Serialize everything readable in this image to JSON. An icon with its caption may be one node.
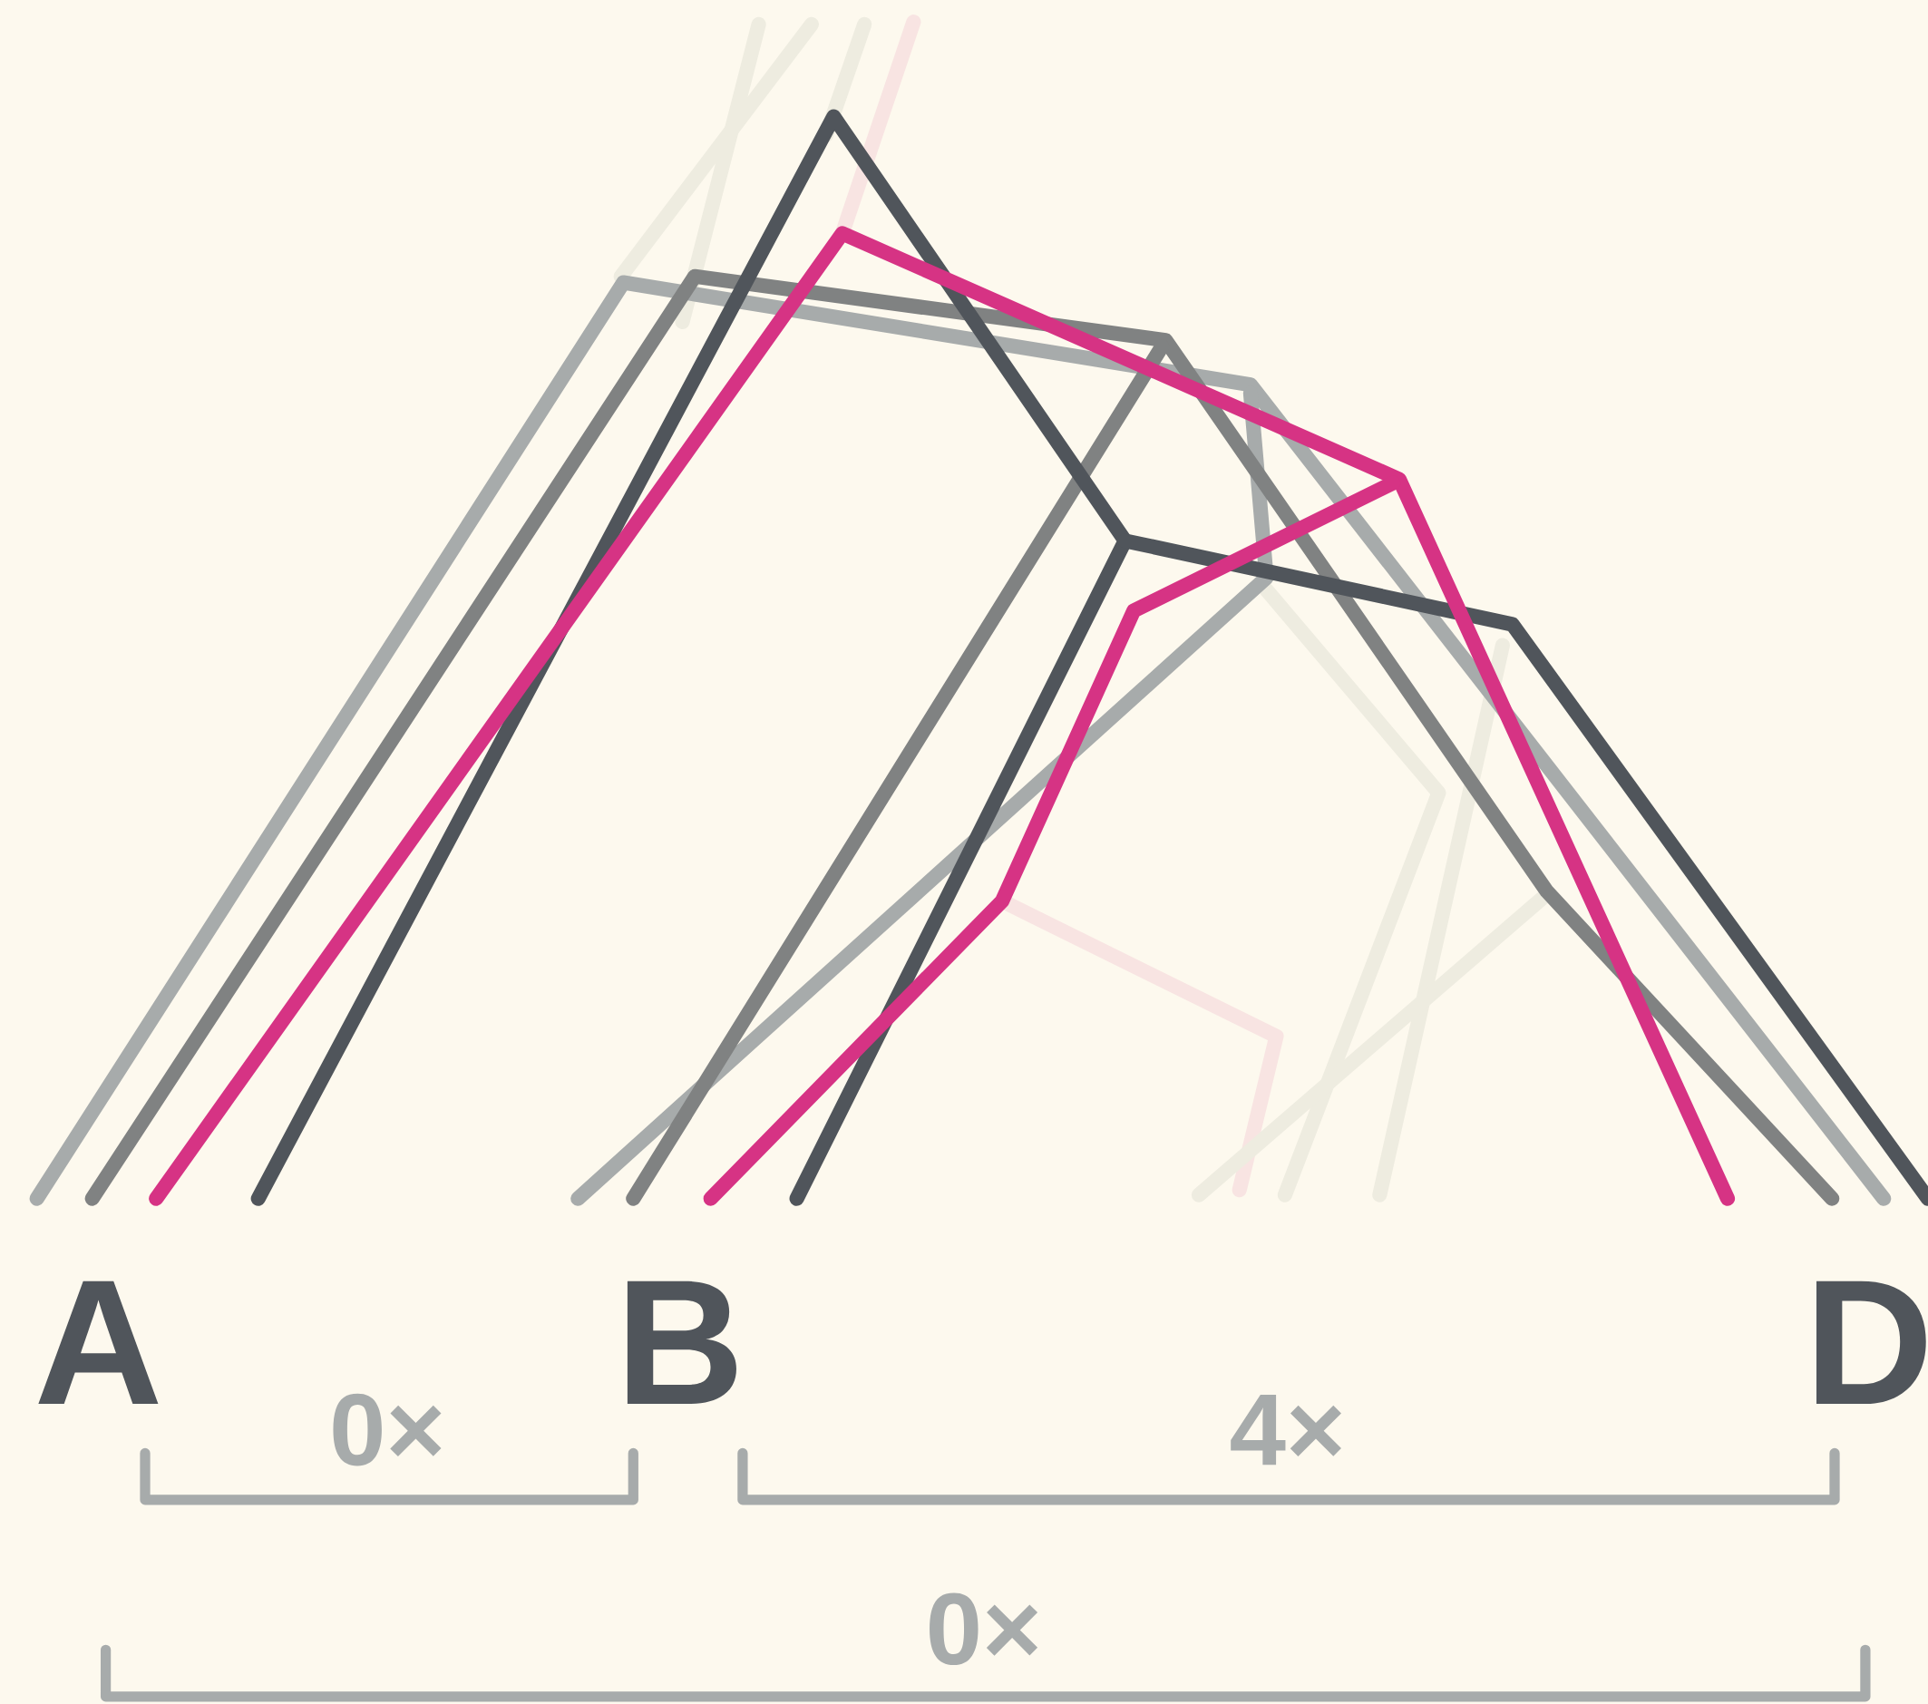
{
  "diagram": {
    "labels": [
      "A",
      "B",
      "D",
      "0×",
      "4×",
      "0×"
    ]
  }
}
